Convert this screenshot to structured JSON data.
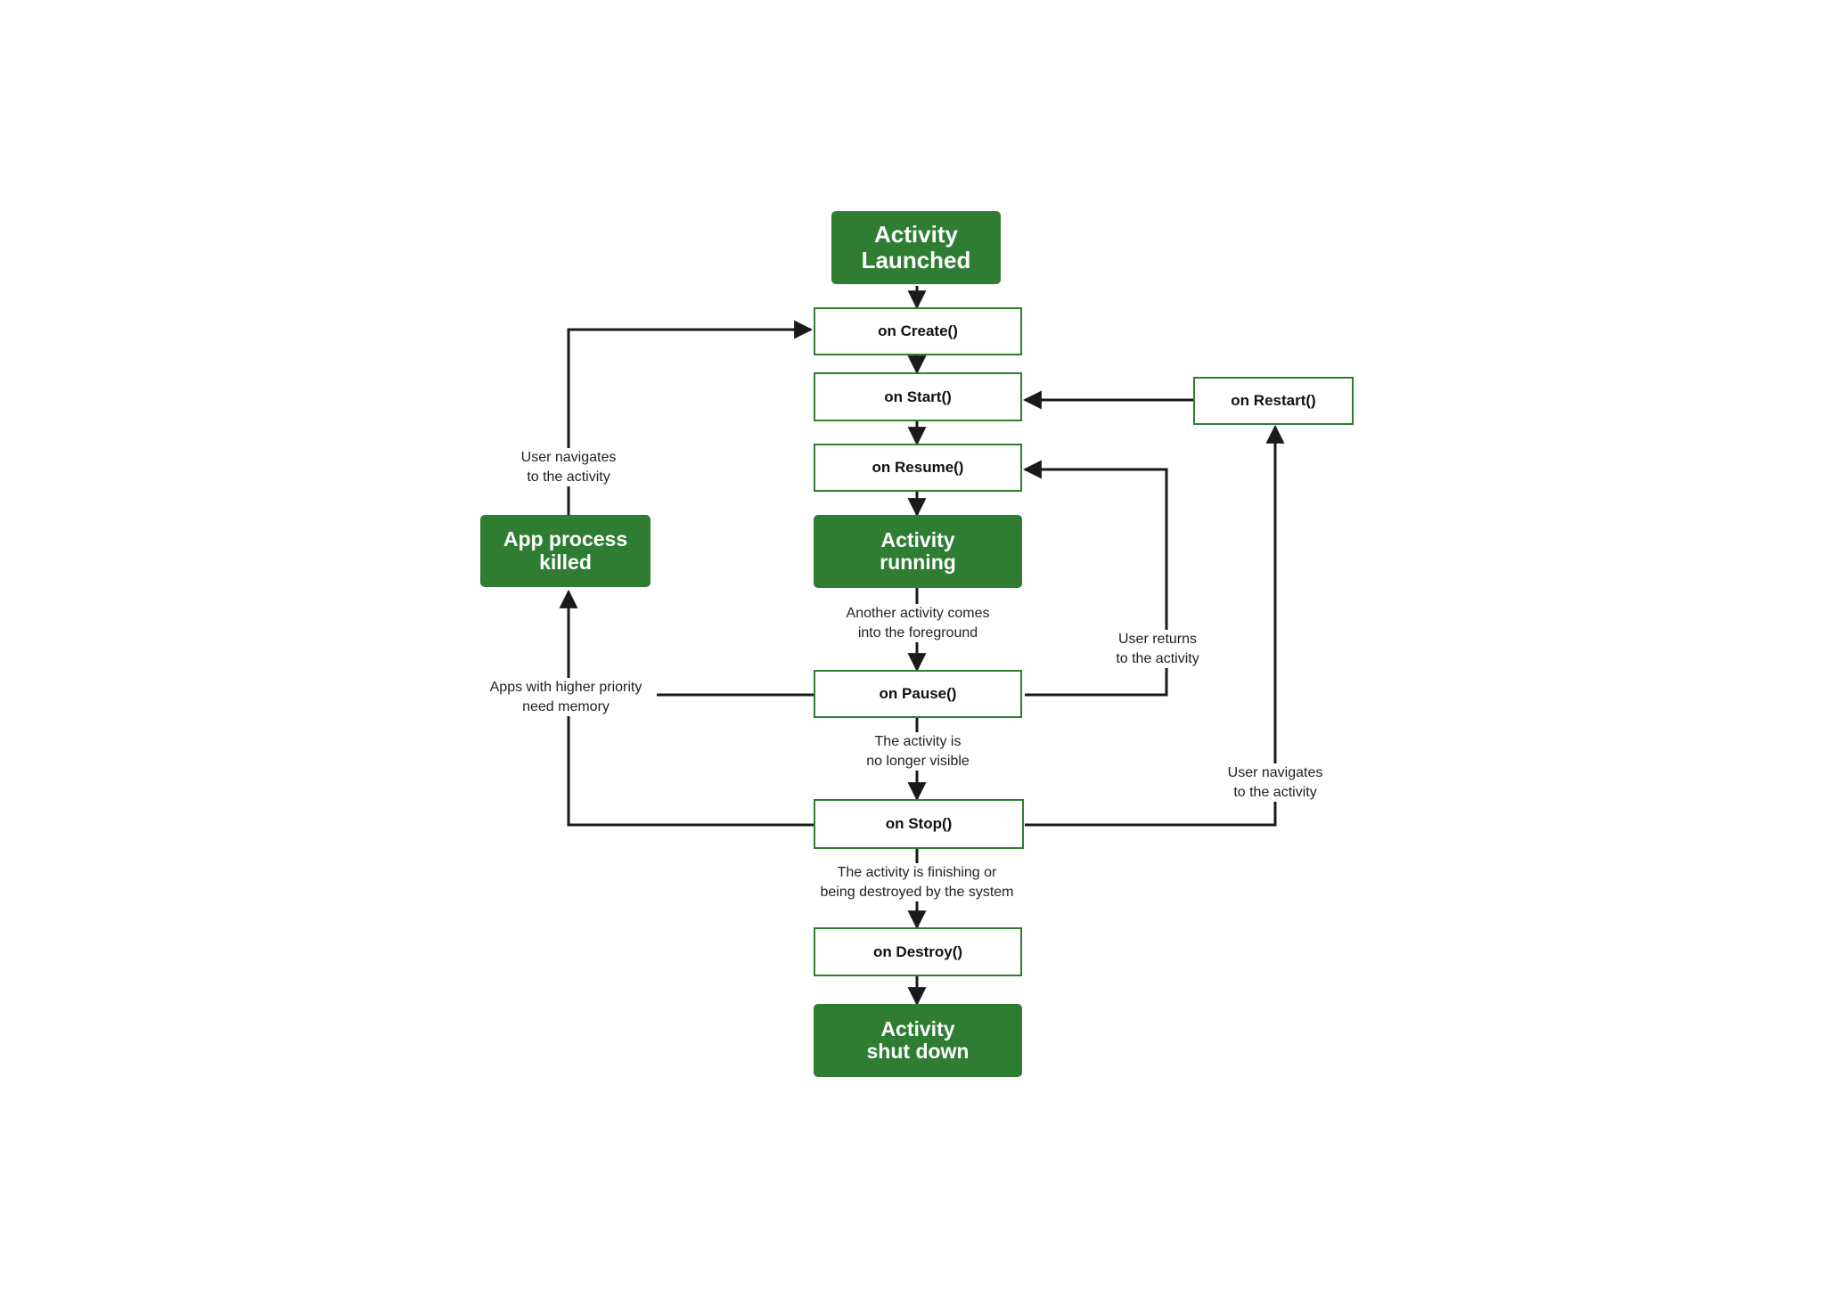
{
  "nodes": {
    "launched": "Activity\nLaunched",
    "on_create": "on Create()",
    "on_start": "on Start()",
    "on_restart": "on Restart()",
    "on_resume": "on Resume()",
    "app_killed": "App process\nkilled",
    "running": "Activity\nrunning",
    "on_pause": "on Pause()",
    "on_stop": "on Stop()",
    "on_destroy": "on Destroy()",
    "shut_down": "Activity\nshut down"
  },
  "edge_labels": {
    "user_navigates_left": "User navigates\nto the activity",
    "another_activity": "Another activity comes\ninto the foreground",
    "user_returns": "User returns\nto the activity",
    "apps_higher_priority": "Apps with higher priority\nneed memory",
    "no_longer_visible": "The activity is\nno longer visible",
    "user_navigates_right": "User navigates\nto the activity",
    "finishing": "The activity is finishing or\nbeing destroyed by the system"
  },
  "colors": {
    "state_fill": "#2e7d32",
    "state_text": "#ffffff",
    "method_border": "#2e7d32",
    "edge": "#1a1a1a"
  }
}
